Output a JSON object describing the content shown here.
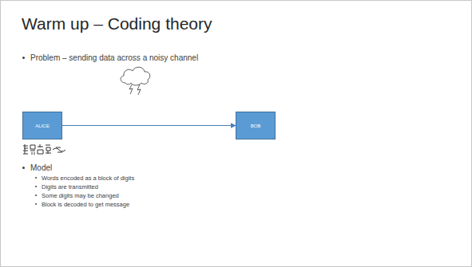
{
  "diagram": {
    "title": "Warm up – Coding theory",
    "nodes": [
      {
        "text": [
          "ALICE"
        ]
      },
      {
        "text": [
          "BOB"
        ]
      }
    ],
    "edges": [
      {
        "from": 0,
        "to": 1,
        "arrow": "to"
      }
    ],
    "labels": [
      "Problem – sending data across a noisy channel",
      "Model",
      "Words encoded as a block of digits",
      "Digits are transmitted",
      "Some digits may be changed",
      "Block is decoded to get message"
    ]
  }
}
